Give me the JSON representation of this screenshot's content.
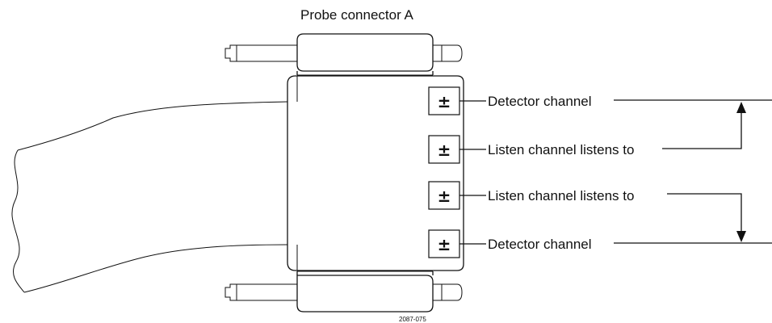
{
  "title": "Probe connector A",
  "figure_id": "2087-075",
  "pins": [
    {
      "symbol": "±",
      "label": "Detector channel"
    },
    {
      "symbol": "±",
      "label": "Listen channel listens to"
    },
    {
      "symbol": "±",
      "label": "Listen channel listens to"
    },
    {
      "symbol": "±",
      "label": "Detector channel"
    }
  ]
}
